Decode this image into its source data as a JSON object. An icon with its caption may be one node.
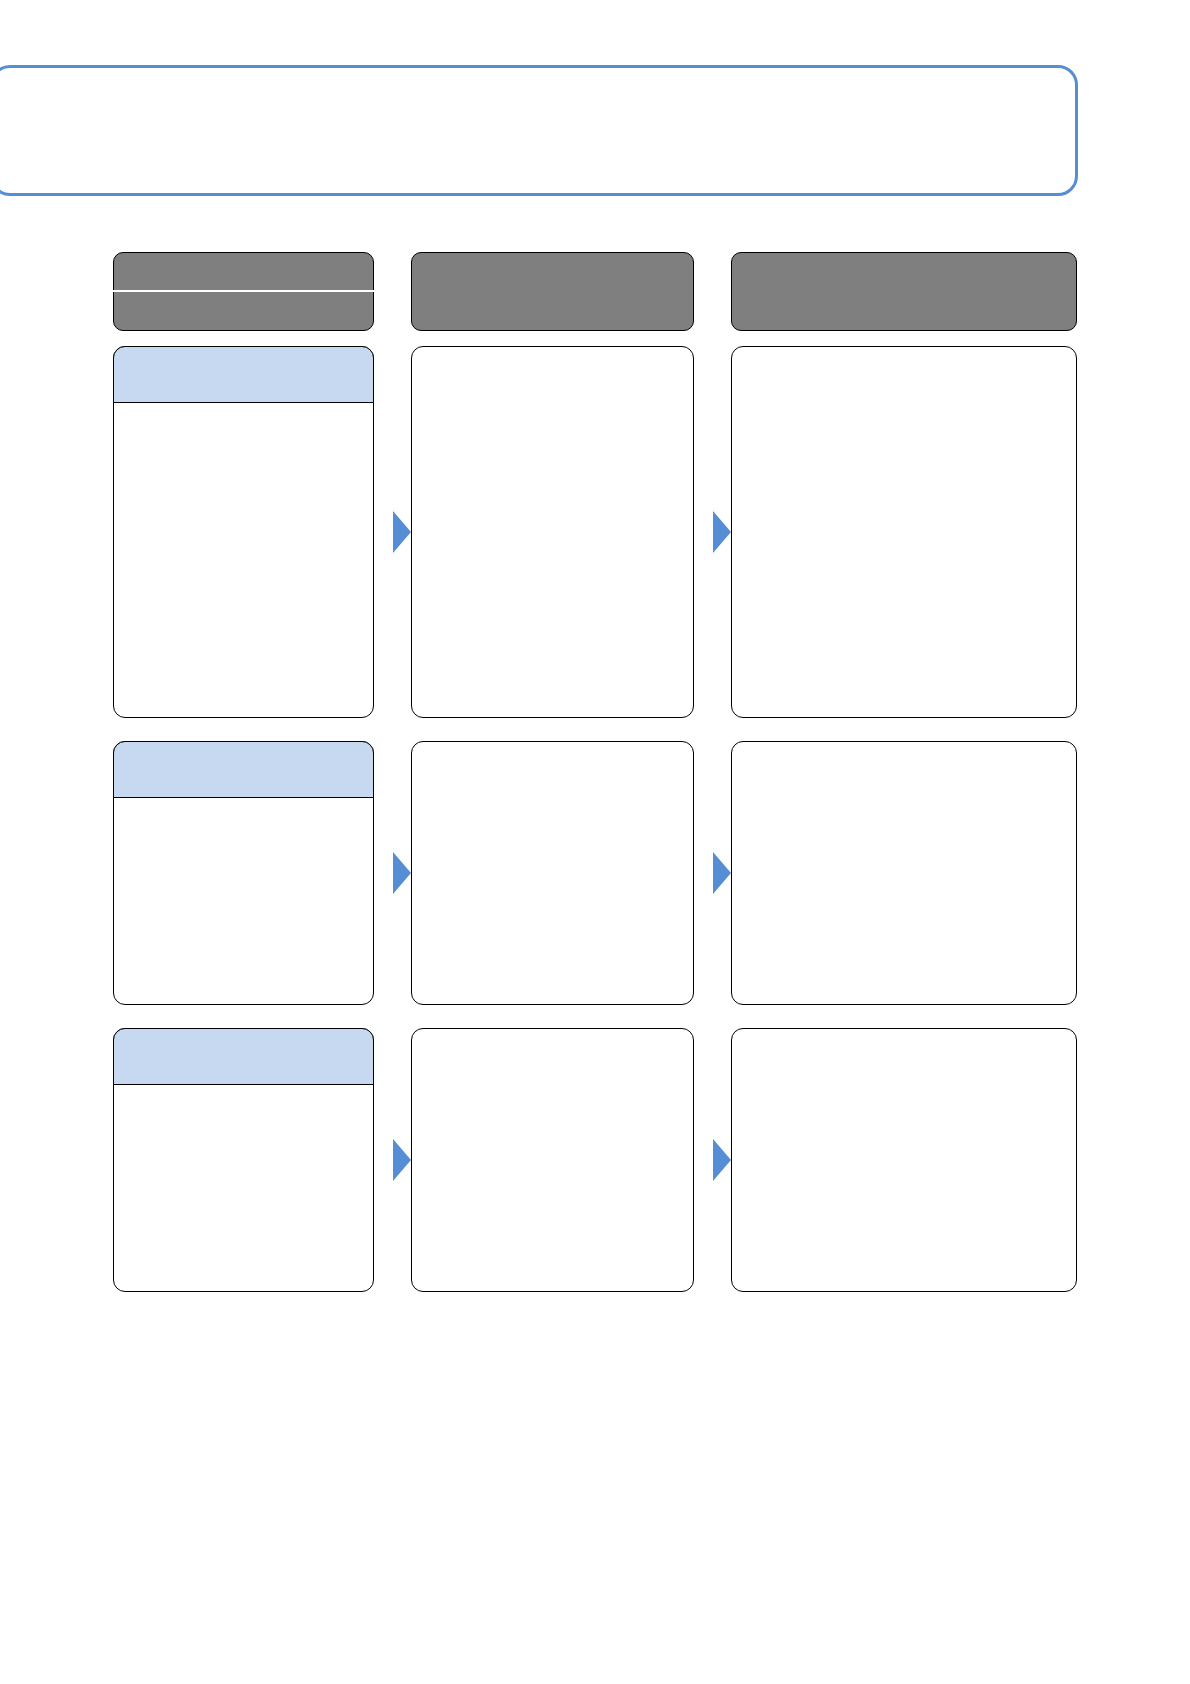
{
  "diagram": {
    "nodes": [
      {
        "text": [],
        "shape": "box"
      },
      {
        "text": [],
        "shape": "box"
      },
      {
        "text": [],
        "shape": "box"
      },
      {
        "text": [],
        "shape": "box"
      },
      {
        "text": [],
        "shape": "box"
      },
      {
        "text": [],
        "shape": "bar",
        "in": 4
      },
      {
        "text": [],
        "shape": "box"
      },
      {
        "text": [],
        "shape": "box"
      },
      {
        "text": [],
        "shape": "box"
      },
      {
        "text": [],
        "shape": "bar",
        "in": 8
      },
      {
        "text": [],
        "shape": "box"
      },
      {
        "text": [],
        "shape": "box"
      },
      {
        "text": [],
        "shape": "box"
      },
      {
        "text": [],
        "shape": "bar",
        "in": 12
      },
      {
        "text": [],
        "shape": "box"
      },
      {
        "text": [],
        "shape": "box"
      }
    ],
    "edges": [
      {
        "from": 4,
        "to": 6,
        "arrow": "to"
      },
      {
        "from": 6,
        "to": 7,
        "arrow": "to"
      },
      {
        "from": 8,
        "to": 10,
        "arrow": "to"
      },
      {
        "from": 10,
        "to": 11,
        "arrow": "to"
      },
      {
        "from": 12,
        "to": 14,
        "arrow": "to"
      },
      {
        "from": 14,
        "to": 15,
        "arrow": "to"
      }
    ]
  }
}
